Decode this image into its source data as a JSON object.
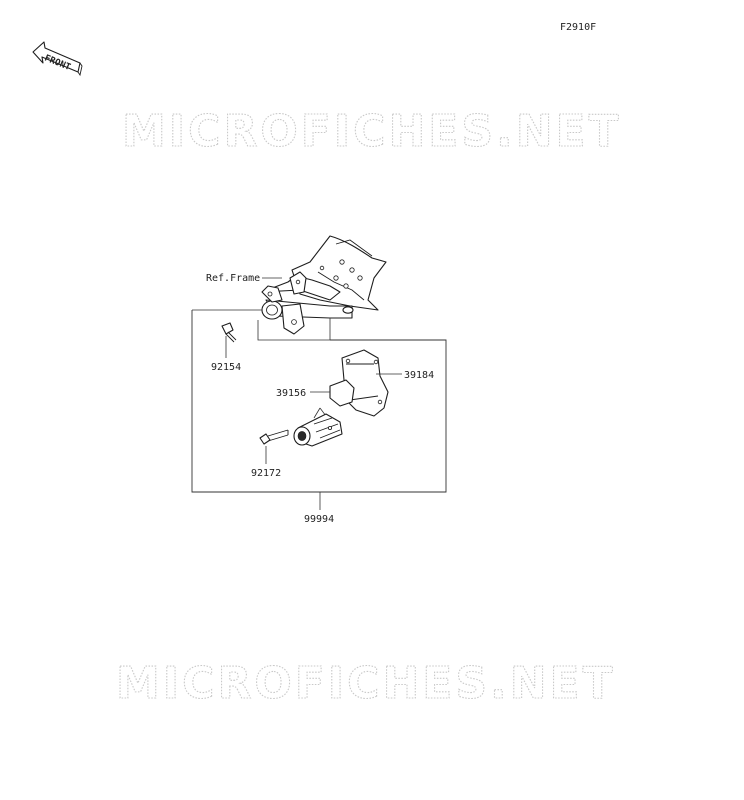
{
  "diagram_code": "F2910F",
  "front_label": "FRONT",
  "watermark": "MICROFICHES.NET",
  "labels": {
    "ref_frame": "Ref.Frame",
    "part_92154": "92154",
    "part_39184": "39184",
    "part_39156": "39156",
    "part_92172": "92172",
    "part_99994": "99994"
  }
}
